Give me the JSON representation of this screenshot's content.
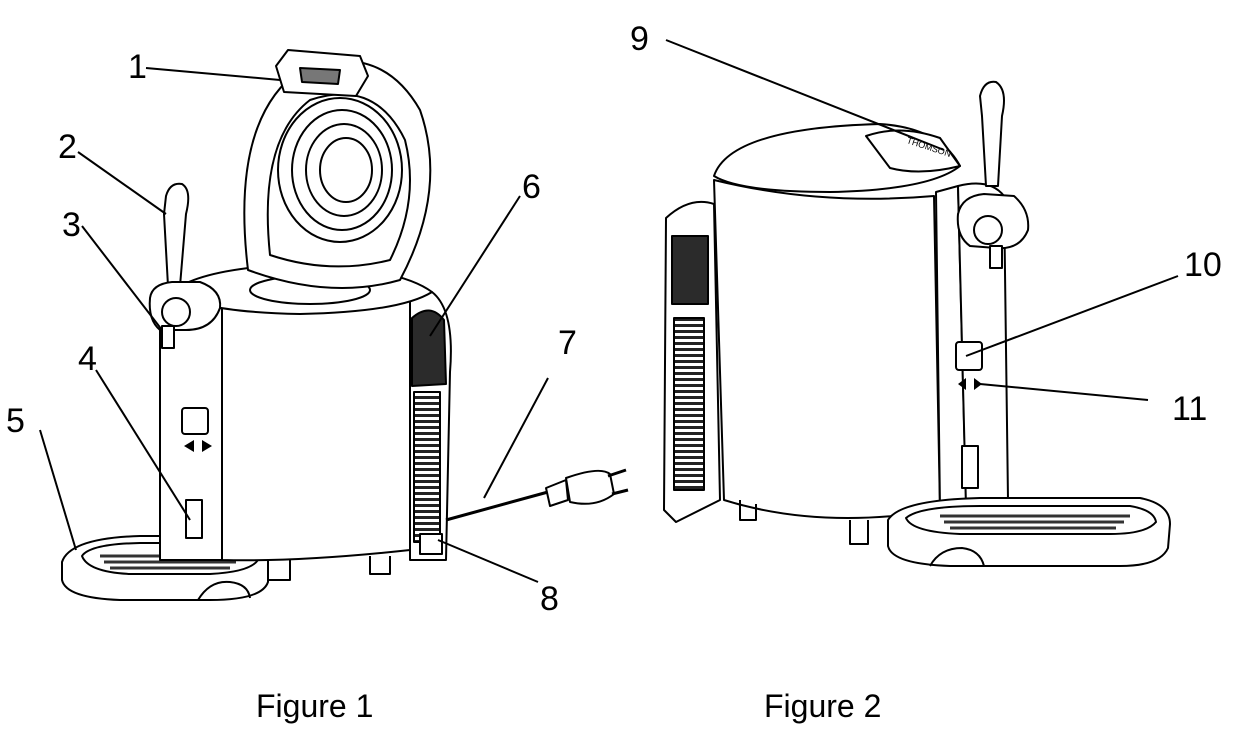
{
  "figures": [
    {
      "caption": "Figure 1",
      "callouts": [
        "1",
        "2",
        "3",
        "4",
        "5",
        "6",
        "7",
        "8"
      ]
    },
    {
      "caption": "Figure 2",
      "callouts": [
        "9",
        "10",
        "11"
      ],
      "brand_mark": "THOMSON"
    }
  ],
  "colors": {
    "line": "#000000",
    "fill": "#ffffff",
    "dark": "#2b2b2b",
    "shade": "#bdbdbd"
  }
}
